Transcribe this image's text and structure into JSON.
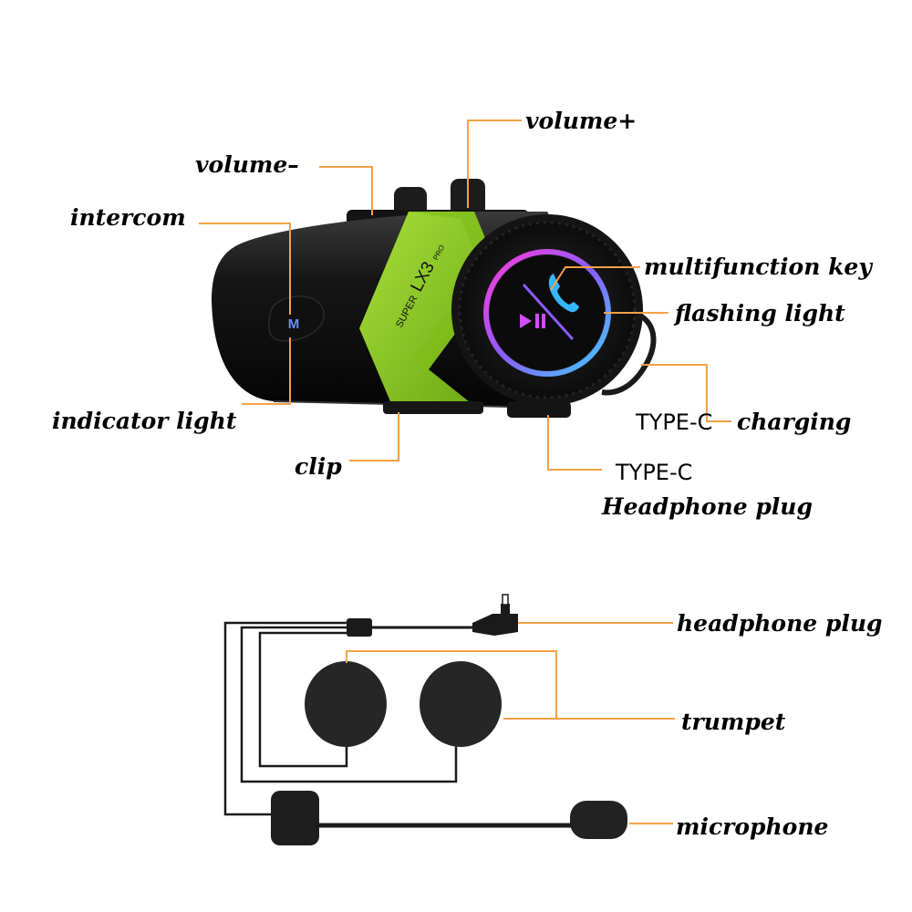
{
  "device": {
    "brand_prefix": "SUPER",
    "model": "LX3",
    "model_suffix": "PRO",
    "m_button": "M"
  },
  "labels": {
    "volume_plus": "volume+",
    "volume_minus": "volume–",
    "intercom": "intercom",
    "multifunction_key": "multifunction key",
    "flashing_light": "flashing light",
    "indicator_light": "indicator light",
    "clip": "clip",
    "typec_charging_prefix": "TYPE-C",
    "typec_charging_text": "charging",
    "typec_plug_prefix": "TYPE-C",
    "typec_plug_text": "Headphone plug",
    "headphone_plug": "headphone plug",
    "trumpet": "trumpet",
    "microphone": "microphone"
  },
  "colors": {
    "leader": "#f5a047",
    "device_body": "#1a1a1a",
    "accent_green": "#8fcc1e",
    "ring_gradient": [
      "#ff3bd4",
      "#8a5cff",
      "#3fd0ff"
    ]
  },
  "icons": {
    "center_button": "phone-icon",
    "center_button_2": "play-pause-icon"
  }
}
